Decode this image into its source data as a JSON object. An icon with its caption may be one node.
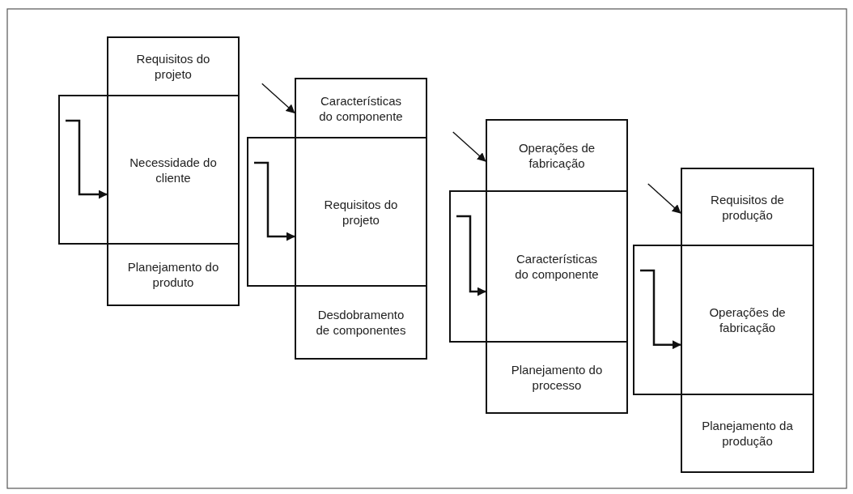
{
  "diagram": {
    "nodes": [
      {
        "text": [
          "Requisitos do projeto"
        ]
      },
      {
        "text": [],
        "shape": "box"
      },
      {
        "text": [
          "Necessidade do cliente"
        ]
      },
      {
        "text": [
          "Planejamento do produto"
        ]
      },
      {
        "text": [
          "Características do componente"
        ]
      },
      {
        "text": [],
        "shape": "box"
      },
      {
        "text": [
          "Requisitos do projeto"
        ]
      },
      {
        "text": [
          "Desdobramento de componentes"
        ]
      },
      {
        "text": [
          "Operações de fabricação"
        ]
      },
      {
        "text": [],
        "shape": "box"
      },
      {
        "text": [
          "Características do componente"
        ]
      },
      {
        "text": [
          "Planejamento do processo"
        ]
      },
      {
        "text": [
          "Requisitos de produção"
        ]
      },
      {
        "text": [],
        "shape": "box"
      },
      {
        "text": [
          "Operações de fabricação"
        ]
      },
      {
        "text": [
          "Planejamento da produção"
        ]
      }
    ],
    "edges": [
      {
        "from": null,
        "to": 4,
        "arrow": "to"
      },
      {
        "from": null,
        "to": 8,
        "arrow": "to"
      },
      {
        "from": null,
        "to": 12,
        "arrow": "to"
      },
      {
        "from": 1,
        "to": 2,
        "arrow": "to"
      },
      {
        "from": 5,
        "to": 6,
        "arrow": "to"
      },
      {
        "from": 9,
        "to": 10,
        "arrow": "to"
      },
      {
        "from": 13,
        "to": 14,
        "arrow": "to"
      }
    ]
  }
}
